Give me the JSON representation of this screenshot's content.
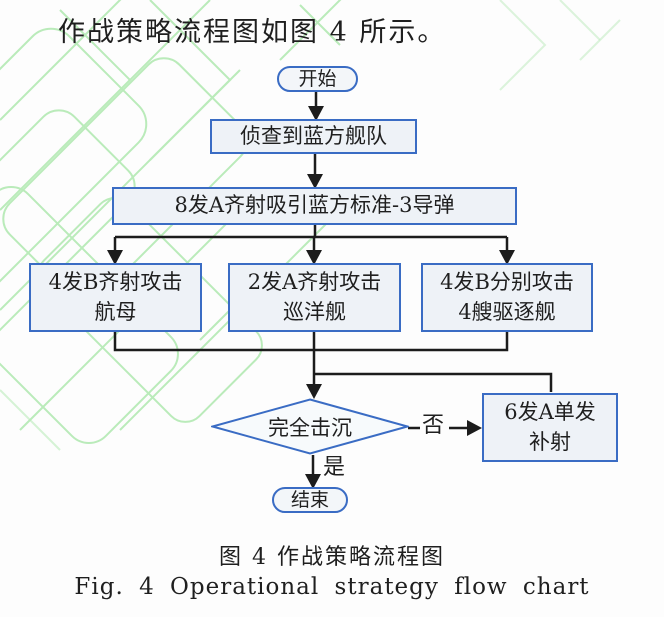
{
  "intro_text": "作战策略流程图如图 4 所示。",
  "flowchart": {
    "start_label": "开始",
    "detect_label": "侦查到蓝方舰队",
    "salvo_label": "8发A齐射吸引蓝方标准-3导弹",
    "attack_carrier_line1": "4发B齐射攻击",
    "attack_carrier_line2": "航母",
    "attack_cruiser_line1": "2发A齐射攻击",
    "attack_cruiser_line2": "巡洋舰",
    "attack_destroyers_line1": "4发B分别攻击",
    "attack_destroyers_line2": "4艘驱逐舰",
    "decision_label": "完全击沉",
    "no_label": "否",
    "yes_label": "是",
    "resupply_line1": "6发A单发",
    "resupply_line2": "补射",
    "end_label": "结束"
  },
  "caption": {
    "zh": "图 4  作战策略流程图",
    "en": "Fig. 4  Operational strategy flow chart"
  },
  "colors": {
    "node_border": "#3a6cc4",
    "node_fill": "#eef2f7",
    "connector": "#1c1c1c",
    "watermark": "#a3e4a3"
  }
}
